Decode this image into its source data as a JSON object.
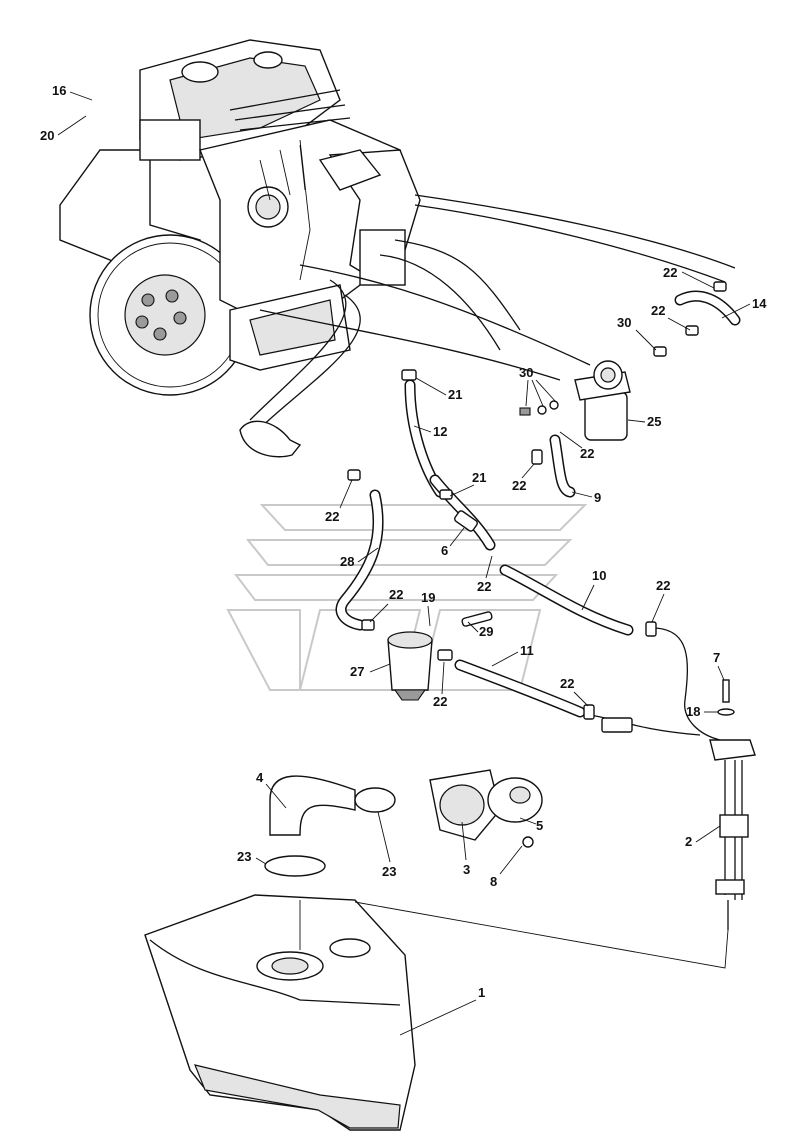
{
  "callouts": [
    {
      "id": "c16",
      "text": "16"
    },
    {
      "id": "c20",
      "text": "20"
    },
    {
      "id": "c22a",
      "text": "22"
    },
    {
      "id": "c14",
      "text": "14"
    },
    {
      "id": "c30a",
      "text": "30"
    },
    {
      "id": "c22b",
      "text": "22"
    },
    {
      "id": "c30b",
      "text": "30"
    },
    {
      "id": "c21a",
      "text": "21"
    },
    {
      "id": "c12",
      "text": "12"
    },
    {
      "id": "c25",
      "text": "25"
    },
    {
      "id": "c22c",
      "text": "22"
    },
    {
      "id": "c22d",
      "text": "22"
    },
    {
      "id": "c9",
      "text": "9"
    },
    {
      "id": "c21b",
      "text": "21"
    },
    {
      "id": "c22e",
      "text": "22"
    },
    {
      "id": "c6",
      "text": "6"
    },
    {
      "id": "c28",
      "text": "28"
    },
    {
      "id": "c22f",
      "text": "22"
    },
    {
      "id": "c10",
      "text": "10"
    },
    {
      "id": "c22g",
      "text": "22"
    },
    {
      "id": "c22h",
      "text": "22"
    },
    {
      "id": "c19",
      "text": "19"
    },
    {
      "id": "c29",
      "text": "29"
    },
    {
      "id": "c11",
      "text": "11"
    },
    {
      "id": "c27",
      "text": "27"
    },
    {
      "id": "c22i",
      "text": "22"
    },
    {
      "id": "c22j",
      "text": "22"
    },
    {
      "id": "c7",
      "text": "7"
    },
    {
      "id": "c18",
      "text": "18"
    },
    {
      "id": "c4",
      "text": "4"
    },
    {
      "id": "c5",
      "text": "5"
    },
    {
      "id": "c2",
      "text": "2"
    },
    {
      "id": "c3",
      "text": "3"
    },
    {
      "id": "c23a",
      "text": "23"
    },
    {
      "id": "c23b",
      "text": "23"
    },
    {
      "id": "c8",
      "text": "8"
    },
    {
      "id": "c1",
      "text": "1"
    }
  ]
}
